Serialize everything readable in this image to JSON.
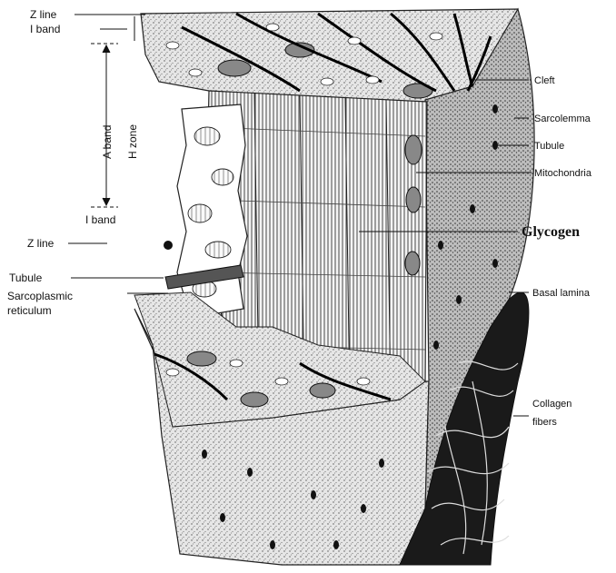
{
  "labels": {
    "z_line_top": "Z line",
    "i_band_top": "I band",
    "a_band": "A band",
    "h_zone": "H zone",
    "i_band_bottom": "I band",
    "z_line_bottom": "Z line",
    "tubule_left": "Tubule",
    "sarcoplasmic_1": "Sarcoplasmic",
    "sarcoplasmic_2": "reticulum",
    "cleft": "Cleft",
    "sarcolemma": "Sarcolemma",
    "tubule_right": "Tubule",
    "mitochondria": "Mitochondria",
    "glycogen": "Glycogen",
    "basal_lamina": "Basal lamina",
    "collagen_1": "Collagen",
    "collagen_2": "fibers"
  }
}
